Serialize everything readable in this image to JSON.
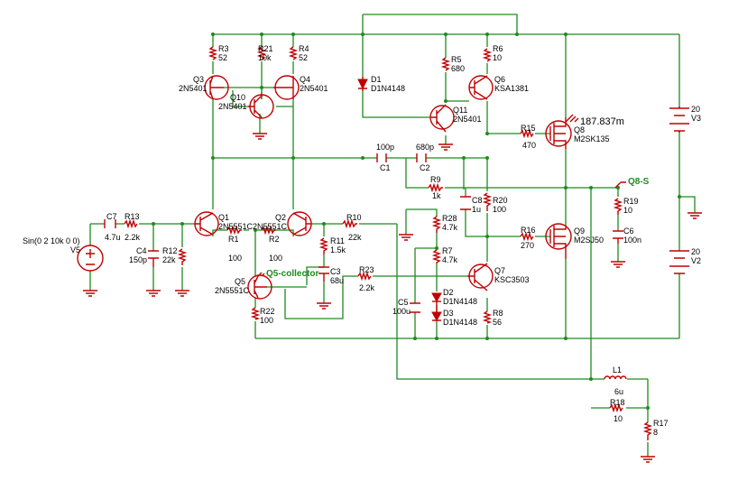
{
  "components": {
    "R3": {
      "ref": "R3",
      "value": "52"
    },
    "R21": {
      "ref": "R21",
      "value": "10k"
    },
    "R4": {
      "ref": "R4",
      "value": "52"
    },
    "Q3": {
      "ref": "Q3",
      "value": "2N5401"
    },
    "Q4": {
      "ref": "Q4",
      "value": "2N5401"
    },
    "Q10": {
      "ref": "Q10",
      "value": "2N5401"
    },
    "D1": {
      "ref": "D1",
      "value": "D1N4148"
    },
    "R5": {
      "ref": "R5",
      "value": "680"
    },
    "R6": {
      "ref": "R6",
      "value": "10"
    },
    "Q6": {
      "ref": "Q6",
      "value": "KSA1381"
    },
    "Q11": {
      "ref": "Q11",
      "value": "2N5401"
    },
    "R15": {
      "ref": "R15",
      "value": "470"
    },
    "Q8": {
      "ref": "Q8",
      "value": "M2SK135"
    },
    "V3": {
      "ref": "V3",
      "value": "20"
    },
    "C1": {
      "ref": "C1",
      "value": "100p"
    },
    "C2": {
      "ref": "C2",
      "value": "680p"
    },
    "R9": {
      "ref": "R9",
      "value": "1k"
    },
    "C8": {
      "ref": "C8",
      "value": "1u"
    },
    "R20": {
      "ref": "R20",
      "value": "100"
    },
    "R19": {
      "ref": "R19",
      "value": "10"
    },
    "C6": {
      "ref": "C6",
      "value": "100n"
    },
    "C7": {
      "ref": "C7",
      "value": "4.7u"
    },
    "R13": {
      "ref": "R13",
      "value": "2.2k"
    },
    "Q1": {
      "ref": "Q1",
      "value": "2N5551C"
    },
    "Q2": {
      "ref": "Q2",
      "value": "2N5551C"
    },
    "R10": {
      "ref": "R10",
      "value": "22k"
    },
    "R28": {
      "ref": "R28",
      "value": "4.7k"
    },
    "R16": {
      "ref": "R16",
      "value": "270"
    },
    "Q9": {
      "ref": "Q9",
      "value": "M2SJ50"
    },
    "V2": {
      "ref": "V2",
      "value": "20"
    },
    "V5": {
      "ref": "V5",
      "value": "Sin(0 2 10k 0 0)"
    },
    "C4": {
      "ref": "C4",
      "value": "150p"
    },
    "R12": {
      "ref": "R12",
      "value": "22k"
    },
    "R1": {
      "ref": "R1",
      "value": "100"
    },
    "R2": {
      "ref": "R2",
      "value": "100"
    },
    "R11": {
      "ref": "R11",
      "value": "1.5k"
    },
    "R7": {
      "ref": "R7",
      "value": "4.7k"
    },
    "C3": {
      "ref": "C3",
      "value": "68u"
    },
    "R23": {
      "ref": "R23",
      "value": "2.2k"
    },
    "Q7": {
      "ref": "Q7",
      "value": "KSC3503"
    },
    "Q5": {
      "ref": "Q5",
      "value": "2N5551C"
    },
    "D2": {
      "ref": "D2",
      "value": "D1N4148"
    },
    "D3": {
      "ref": "D3",
      "value": "D1N4148"
    },
    "C5": {
      "ref": "C5",
      "value": "100u"
    },
    "R8": {
      "ref": "R8",
      "value": "56"
    },
    "R22": {
      "ref": "R22",
      "value": "100"
    },
    "L1": {
      "ref": "L1",
      "value": "6u"
    },
    "R18": {
      "ref": "R18",
      "value": "10"
    },
    "R17": {
      "ref": "R17",
      "value": "8"
    }
  },
  "probes": {
    "q8_current": "187.837m",
    "q8_s_label": "Q8-S",
    "q5_collector_label": "Q5-collector"
  },
  "colors": {
    "wire": "#1f8a1f",
    "component": "#c00000",
    "text": "#000000",
    "net_label": "#1f8a1f"
  }
}
